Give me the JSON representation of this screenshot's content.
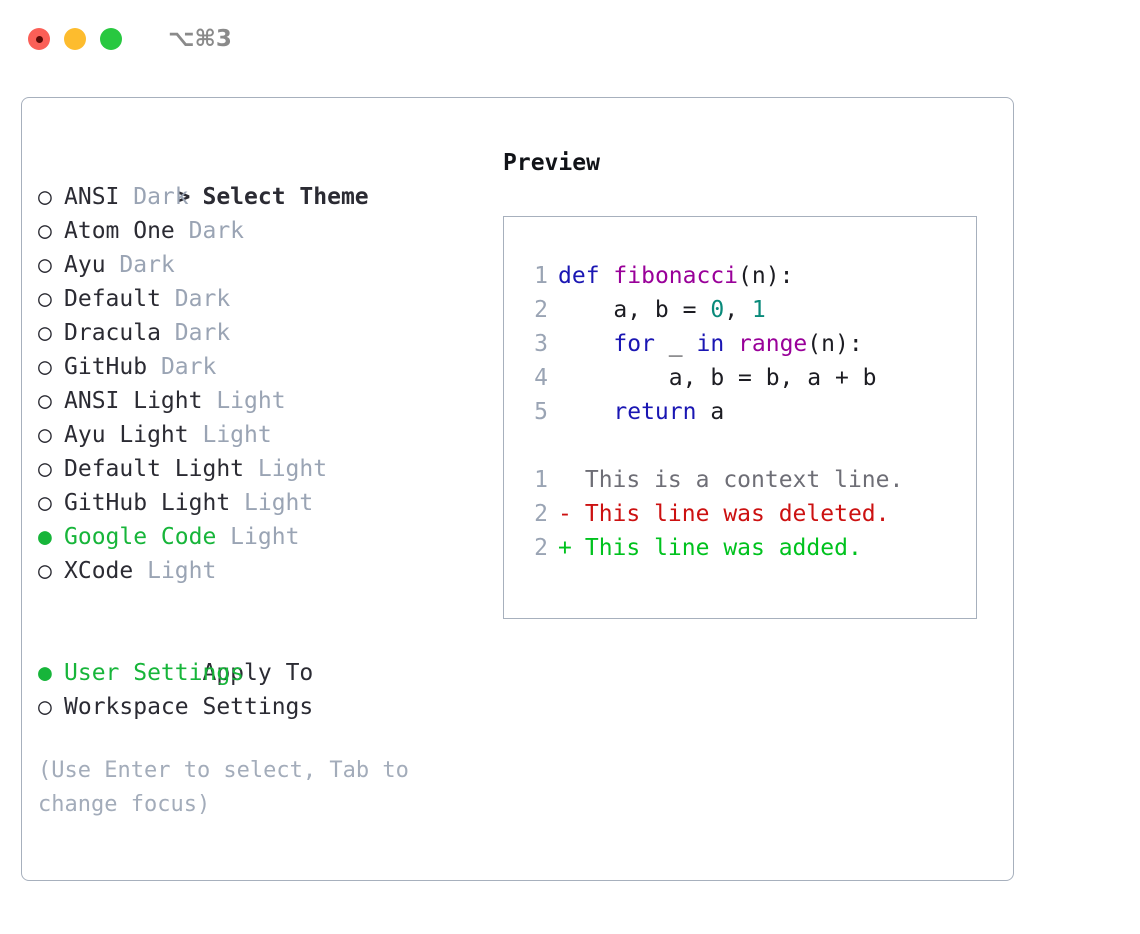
{
  "window": {
    "traffic_lights": [
      "close-red",
      "minimize-yellow",
      "maximize-green"
    ],
    "shortcut_label": "⌥⌘3",
    "colors": {
      "red": "#fb5f57",
      "yellow": "#fdbc2e",
      "green": "#28c840",
      "border": "#a7b0bd",
      "accent_green": "#17b53a",
      "muted": "#9aa4b4"
    }
  },
  "left": {
    "header": {
      "marker": ">",
      "label": "Select Theme"
    },
    "themes": [
      {
        "marker": "○",
        "name": "ANSI",
        "tag": "Dark",
        "selected": false
      },
      {
        "marker": "○",
        "name": "Atom One",
        "tag": "Dark",
        "selected": false
      },
      {
        "marker": "○",
        "name": "Ayu",
        "tag": "Dark",
        "selected": false
      },
      {
        "marker": "○",
        "name": "Default",
        "tag": "Dark",
        "selected": false
      },
      {
        "marker": "○",
        "name": "Dracula",
        "tag": "Dark",
        "selected": false
      },
      {
        "marker": "○",
        "name": "GitHub",
        "tag": "Dark",
        "selected": false
      },
      {
        "marker": "○",
        "name": "ANSI Light",
        "tag": "Light",
        "selected": false
      },
      {
        "marker": "○",
        "name": "Ayu Light",
        "tag": "Light",
        "selected": false
      },
      {
        "marker": "○",
        "name": "Default Light",
        "tag": "Light",
        "selected": false
      },
      {
        "marker": "○",
        "name": "GitHub Light",
        "tag": "Light",
        "selected": false
      },
      {
        "marker": "●",
        "name": "Google Code",
        "tag": "Light",
        "selected": true
      },
      {
        "marker": "○",
        "name": "XCode",
        "tag": "Light",
        "selected": false
      }
    ],
    "apply_to": {
      "label": "Apply To",
      "options": [
        {
          "marker": "●",
          "name": "User Settings",
          "selected": true
        },
        {
          "marker": "○",
          "name": "Workspace Settings",
          "selected": false
        }
      ]
    },
    "hint": "(Use Enter to select, Tab to change focus)"
  },
  "right": {
    "title": "Preview",
    "code": {
      "language": "python",
      "lines": [
        {
          "number": "1",
          "tokens": [
            {
              "t": "def",
              "c": "kw"
            },
            {
              "t": " ",
              "c": "pun"
            },
            {
              "t": "fibonacci",
              "c": "fn"
            },
            {
              "t": "(",
              "c": "pun"
            },
            {
              "t": "n",
              "c": "id"
            },
            {
              "t": "):",
              "c": "pun"
            }
          ]
        },
        {
          "number": "2",
          "tokens": [
            {
              "t": "    a, b = ",
              "c": "pun"
            },
            {
              "t": "0",
              "c": "num"
            },
            {
              "t": ", ",
              "c": "pun"
            },
            {
              "t": "1",
              "c": "num"
            }
          ]
        },
        {
          "number": "3",
          "tokens": [
            {
              "t": "    ",
              "c": "pun"
            },
            {
              "t": "for",
              "c": "kw"
            },
            {
              "t": " _ ",
              "c": "pun"
            },
            {
              "t": "in",
              "c": "kw"
            },
            {
              "t": " ",
              "c": "pun"
            },
            {
              "t": "range",
              "c": "fn"
            },
            {
              "t": "(",
              "c": "pun"
            },
            {
              "t": "n",
              "c": "id"
            },
            {
              "t": "):",
              "c": "pun"
            }
          ]
        },
        {
          "number": "4",
          "tokens": [
            {
              "t": "        a, b = b, a + b",
              "c": "pun"
            }
          ]
        },
        {
          "number": "5",
          "tokens": [
            {
              "t": "    ",
              "c": "pun"
            },
            {
              "t": "return",
              "c": "kw"
            },
            {
              "t": " a",
              "c": "pun"
            }
          ]
        }
      ]
    },
    "diff": {
      "lines": [
        {
          "number": "1",
          "sign": " ",
          "text": "This is a context line.",
          "kind": "context"
        },
        {
          "number": "2",
          "sign": "-",
          "text": "This line was deleted.",
          "kind": "deleted"
        },
        {
          "number": "2",
          "sign": "+",
          "text": "This line was added.",
          "kind": "added"
        }
      ]
    }
  }
}
